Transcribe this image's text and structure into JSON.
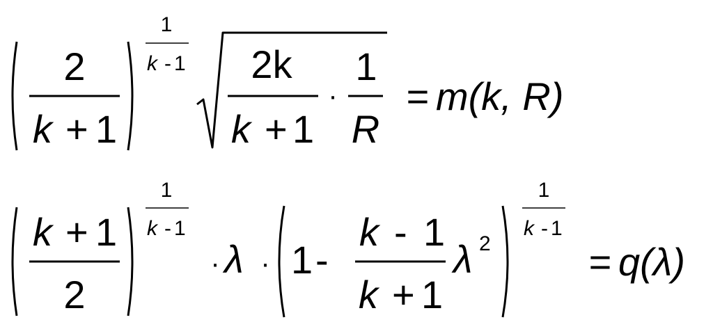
{
  "formula1": {
    "left_paren": "(",
    "right_paren": ")",
    "numerator": "2",
    "denominator_k": "k",
    "denominator_plus": "+",
    "denominator_one": "1",
    "exponent_numerator": "1",
    "exponent_denominator_k": "k",
    "exponent_denominator_op": "-",
    "exponent_denominator_one": "1",
    "sqrt_numerator": "2k",
    "sqrt_denominator_k": "k",
    "sqrt_denominator_plus": "+",
    "sqrt_denominator_one": "1",
    "dot": "·",
    "frac2_numerator": "1",
    "frac2_denominator": "R",
    "equals": "=",
    "result": "m(k, R)"
  },
  "formula2": {
    "left_paren": "(",
    "right_paren": ")",
    "numerator_k": "k",
    "numerator_plus": "+",
    "numerator_one": "1",
    "denominator": "2",
    "exponent1_numerator": "1",
    "exponent1_denominator_k": "k",
    "exponent1_denominator_op": "-",
    "exponent1_denominator_one": "1",
    "dot1": "·",
    "lambda": "λ",
    "dot2": "·",
    "inner_left_paren": "(",
    "inner_one": "1",
    "inner_minus": "-",
    "inner_frac_numerator_k": "k",
    "inner_frac_numerator_minus": "-",
    "inner_frac_numerator_one": "1",
    "inner_frac_denominator_k": "k",
    "inner_frac_denominator_plus": "+",
    "inner_frac_denominator_one": "1",
    "inner_lambda": "λ",
    "inner_lambda_power": "2",
    "inner_right_paren": ")",
    "exponent2_numerator": "1",
    "exponent2_denominator_k": "k",
    "exponent2_denominator_op": "-",
    "exponent2_denominator_one": "1",
    "equals": "=",
    "result": "q(λ)"
  }
}
